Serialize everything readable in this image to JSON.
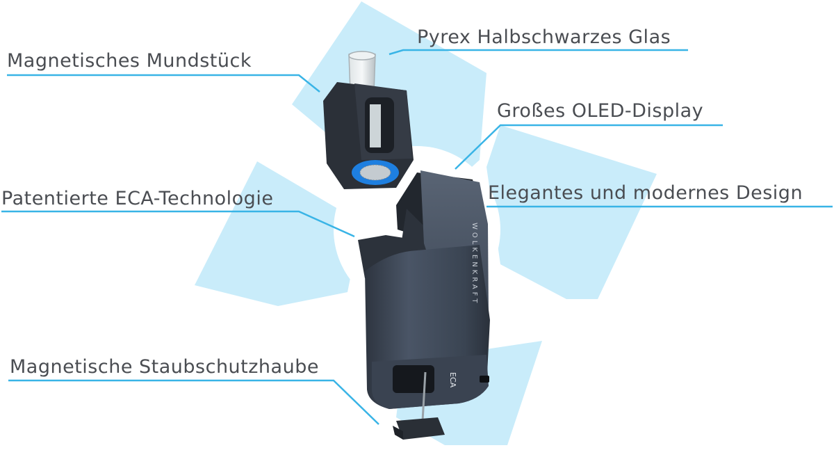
{
  "callouts": {
    "mouthpiece": "Magnetisches Mundstück",
    "glass": "Pyrex Halbschwarzes Glas",
    "display": "Großes OLED-Display",
    "eca": "Patentierte ECA-Technologie",
    "design": "Elegantes und modernes Design",
    "dustcap": "Magnetische Staubschutzhaube"
  },
  "device": {
    "brand_engraving": "WOLKENKRAFT",
    "base_marking": "ECA"
  },
  "colors": {
    "accent_line": "#39b4e6",
    "backdrop": "#c9ecfa",
    "label_text": "#4a4d52",
    "device_body": "#3d4756",
    "filter_ring": "#1e7fe0"
  }
}
